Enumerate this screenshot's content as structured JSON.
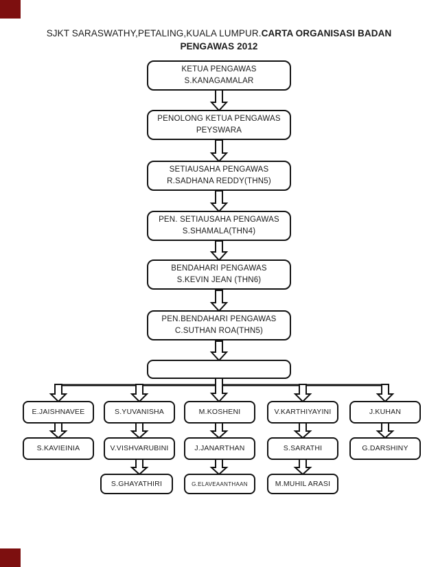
{
  "page": {
    "background": "#ffffff",
    "corner_mark_color": "#7d0f0f",
    "box_border_color": "#111111",
    "text_color": "#1a1a1a"
  },
  "title": {
    "prefix": "SJKT SARASWATHY,PETALING,KUALA LUMPUR.",
    "bold_main": "CARTA ORGANISASI BADAN",
    "bold_year": "PENGAWAS 2012"
  },
  "org": {
    "chain": [
      {
        "role": "KETUA PENGAWAS",
        "name": "S.KANAGAMALAR"
      },
      {
        "role": "PENOLONG KETUA PENGAWAS",
        "name": "PEYSWARA"
      },
      {
        "role": "SETIAUSAHA PENGAWAS",
        "name": "R.SADHANA REDDY(THN5)"
      },
      {
        "role": "PEN. SETIAUSAHA PENGAWAS",
        "name": "S.SHAMALA(THN4)"
      },
      {
        "role": "BENDAHARI PENGAWAS",
        "name": "S.KEVIN JEAN (THN6)"
      },
      {
        "role": "PEN.BENDAHARI PENGAWAS",
        "name": "C.SUTHAN ROA(THN5)"
      }
    ],
    "junction_box_text": "",
    "columns": [
      {
        "level1": "E.JAISHNAVEE",
        "level2": "S.KAVIEINIA",
        "level3": ""
      },
      {
        "level1": "S.YUVANISHA",
        "level2": "V.VISHVARUBINI",
        "level3": "S.GHAYATHIRI"
      },
      {
        "level1": "M.KOSHENI",
        "level2": "J.JANARTHAN",
        "level3": "G.ELAVEAANTHAAN"
      },
      {
        "level1": "V.KARTHIYAYINI",
        "level2": "S.SARATHI",
        "level3": "M.MUHIL ARASI"
      },
      {
        "level1": "J.KUHAN",
        "level2": "G.DARSHINY",
        "level3": ""
      }
    ]
  }
}
